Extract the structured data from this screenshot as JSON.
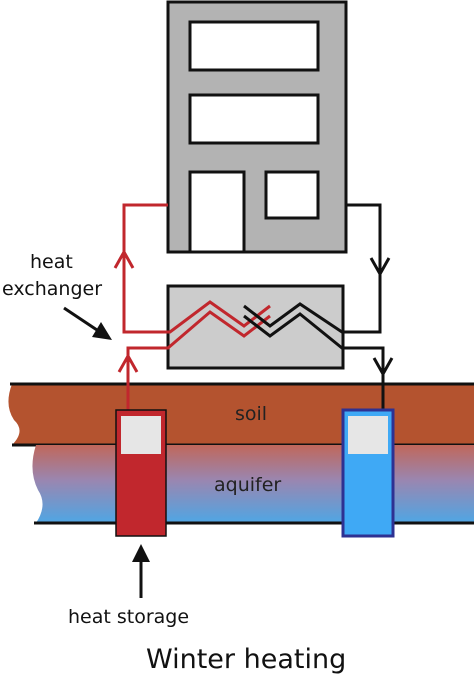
{
  "labels": {
    "heat_exchanger_line1": "heat",
    "heat_exchanger_line2": "exchanger",
    "soil": "soil",
    "aquifer": "aquifer",
    "heat_storage": "heat storage",
    "title": "Winter heating"
  },
  "colors": {
    "building_fill": "#b3b3b3",
    "exchanger_fill": "#cccccc",
    "soil_fill": "#b4532f",
    "aquifer_top": "#c0675b",
    "aquifer_bottom": "#4fa6e4",
    "warm_pipe": "#c1272d",
    "cold_pipe": "#111111",
    "warm_well": "#c1272d",
    "cold_well": "#3fa9f5",
    "cold_well_outline": "#2e3192"
  }
}
